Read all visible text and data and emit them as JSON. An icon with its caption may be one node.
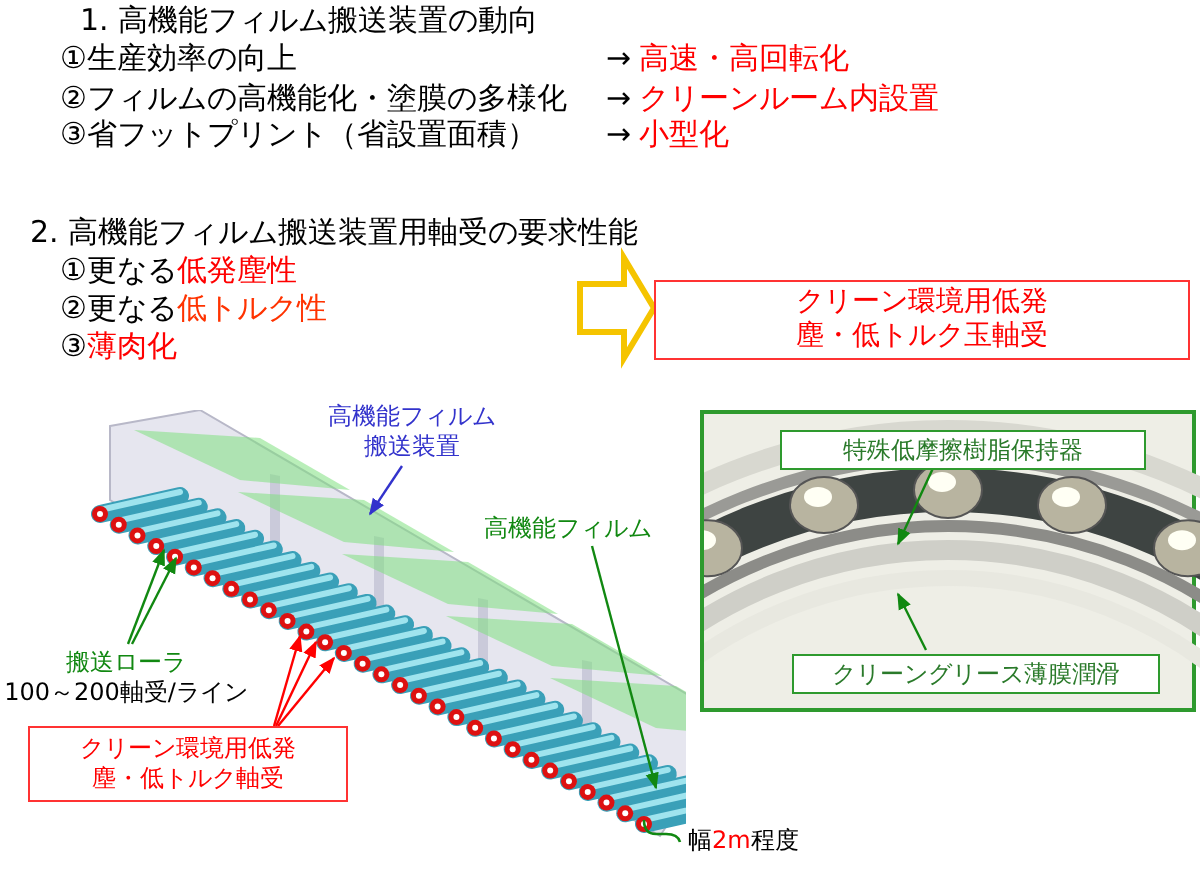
{
  "diagram": {
    "nodes": [
      {
        "text": [
          "高機能フィルム搬送装置"
        ]
      },
      {
        "text": [],
        "shape": "picture"
      },
      {
        "text": [
          "高機能フィルム"
        ]
      },
      {
        "text": [
          "搬送ローラ",
          "100～200軸受/ライン"
        ]
      },
      {
        "text": [
          "クリーン環境用低発塵・低トルク軸受"
        ]
      },
      {
        "text": [
          "クリーン環境用低発塵・低トルク玉軸受"
        ]
      },
      {
        "text": [],
        "shape": "picture"
      },
      {
        "text": [
          "特殊低摩擦樹脂保持器"
        ],
        "in": 6
      },
      {
        "text": [
          "クリーングリース薄膜潤滑"
        ],
        "in": 6
      }
    ],
    "edges": [
      {
        "from": 0,
        "to": 1,
        "arrow": "to",
        "color": "#3333cc"
      },
      {
        "from": 2,
        "to": 1,
        "arrow": "to"
      },
      {
        "from": 3,
        "to": 1,
        "arrow": "to"
      },
      {
        "from": 3,
        "to": 1,
        "arrow": "to"
      },
      {
        "from": 4,
        "to": 1,
        "arrow": "to",
        "color": "#ff0000"
      },
      {
        "from": 4,
        "to": 1,
        "arrow": "to",
        "color": "#ff0000"
      },
      {
        "from": 4,
        "to": 1,
        "arrow": "to",
        "color": "#ff0000"
      },
      {
        "from": 7,
        "to": null,
        "arrow": "to"
      },
      {
        "from": 8,
        "to": null,
        "arrow": "to"
      },
      {
        "from": null,
        "to": 5,
        "arrow": "to",
        "style": "thick",
        "color": "#f5c400"
      }
    ],
    "labels": [
      "1. 高機能フィルム搬送装置の動向",
      "①生産効率の向上",
      "→",
      "高速・高回転化",
      "②フィルムの高機能化・塗膜の多様化",
      "→",
      "クリーンルーム内設置",
      "③省フットプリント（省設置面積）",
      "→",
      "小型化",
      "2. 高機能フィルム搬送装置用軸受の要求性能",
      "①更なる",
      "低発塵性",
      "②更なる",
      "低トルク性",
      "③",
      "薄肉化",
      "幅",
      "2m",
      "程度"
    ]
  }
}
